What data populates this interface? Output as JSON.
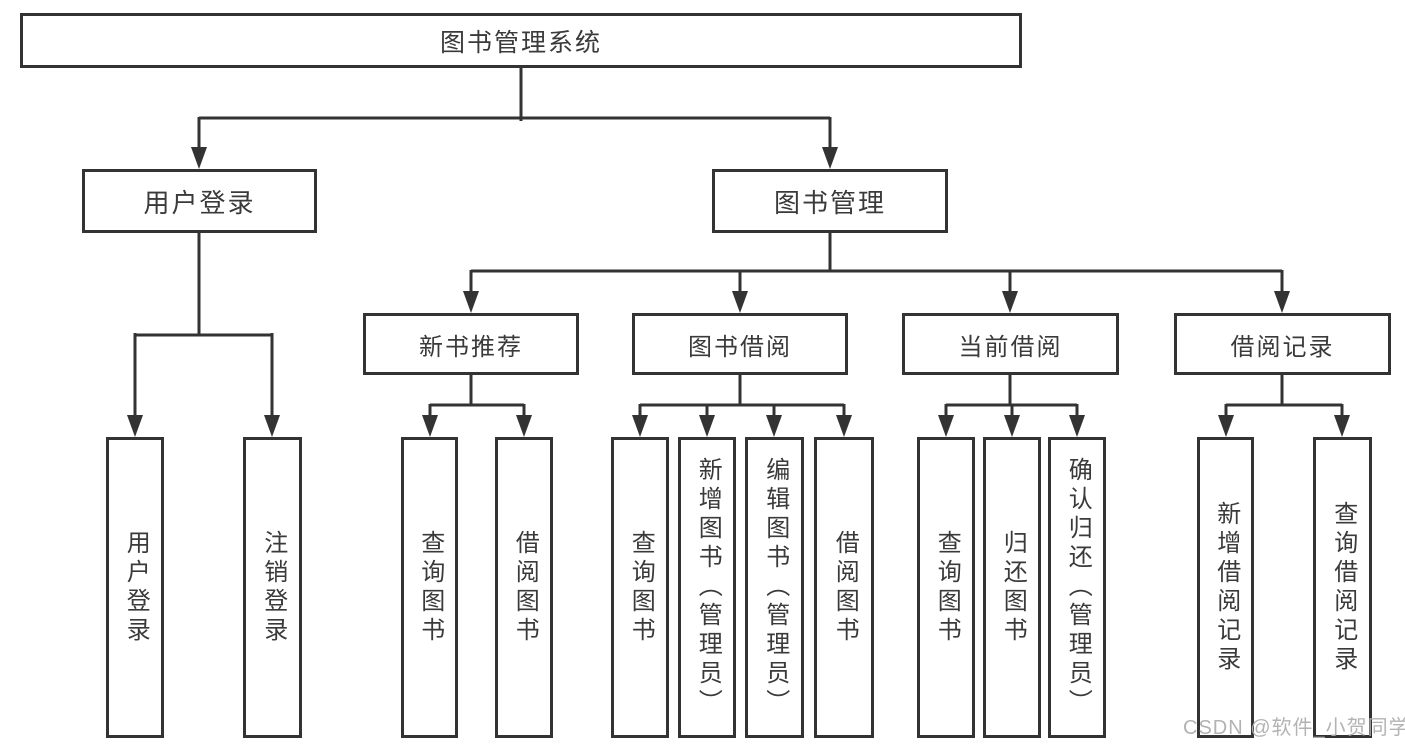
{
  "diagram": {
    "title": "图书管理系统",
    "type": "hierarchy-tree"
  },
  "colors": {
    "line": "#333333",
    "box_border": "#333333",
    "box_fill": "#ffffff",
    "text": "#3a3a3a",
    "watermark": "#afafaf",
    "background": "#ffffff"
  },
  "tree": {
    "root": {
      "label": "图书管理系统"
    },
    "branches": [
      {
        "label": "用户登录",
        "children": [
          {
            "label": "用户登录"
          },
          {
            "label": "注销登录"
          }
        ]
      },
      {
        "label": "图书管理",
        "children": [
          {
            "label": "新书推荐",
            "children": [
              {
                "label": "查询图书"
              },
              {
                "label": "借阅图书"
              }
            ]
          },
          {
            "label": "图书借阅",
            "children": [
              {
                "label": "查询图书"
              },
              {
                "label": "新增图书（管理员）"
              },
              {
                "label": "编辑图书（管理员）"
              },
              {
                "label": "借阅图书"
              }
            ]
          },
          {
            "label": "当前借阅",
            "children": [
              {
                "label": "查询图书"
              },
              {
                "label": "归还图书"
              },
              {
                "label": "确认归还（管理员）"
              }
            ]
          },
          {
            "label": "借阅记录",
            "children": [
              {
                "label": "新增借阅记录"
              },
              {
                "label": "查询借阅记录"
              }
            ]
          }
        ]
      }
    ]
  },
  "watermark": {
    "text": "CSDN @软件_小贺同学"
  }
}
